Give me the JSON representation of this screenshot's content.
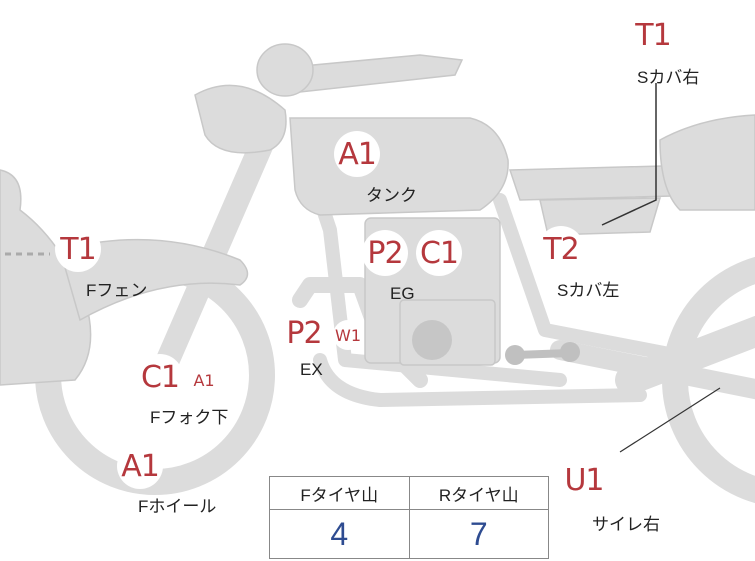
{
  "markers": {
    "tank_code": "A1",
    "tank_label": "タンク",
    "rcover_code": "T1",
    "rcover_label": "Sカバ右",
    "lcover_code": "T2",
    "lcover_label": "Sカバ左",
    "fender_code": "T1",
    "fender_label": "Fフェン",
    "eg_code1": "P2",
    "eg_code2": "C1",
    "eg_label": "EG",
    "ex_code1": "P2",
    "ex_code2": "W1",
    "ex_label": "EX",
    "fork_code1": "C1",
    "fork_code2": "A1",
    "fork_label": "Fフォク下",
    "wheel_code": "A1",
    "wheel_label": "Fホイール",
    "muffler_code": "U1",
    "muffler_label": "サイレ右"
  },
  "tire_table": {
    "front_header": "Fタイヤ山",
    "rear_header": "Rタイヤ山",
    "front_value": "4",
    "rear_value": "7"
  },
  "colors": {
    "body_fill": "#dcdcdc",
    "code_red": "#b5383d",
    "value_blue": "#2e4c91"
  }
}
